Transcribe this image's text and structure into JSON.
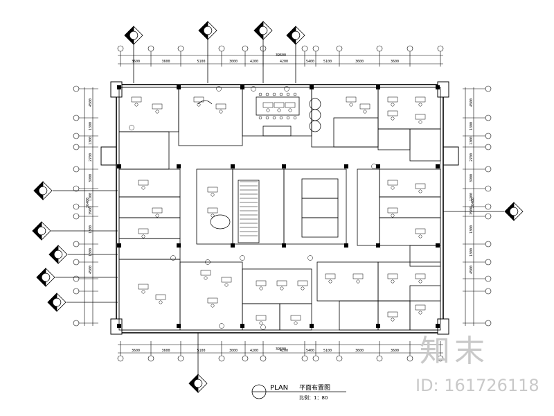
{
  "title": {
    "plan_label": "PLAN",
    "cn_title": "平面布置图",
    "scale": "比例：1：80"
  },
  "dimensions": {
    "top_segments": [
      "3600",
      "3600",
      "5100",
      "3000",
      "4200",
      "4200",
      "5400",
      "5100",
      "3600",
      "3600"
    ],
    "top_total": "39600",
    "bottom_segments": [
      "3600",
      "3600",
      "5100",
      "3000",
      "4200",
      "4200",
      "5400",
      "5100",
      "3600",
      "3600"
    ],
    "bottom_total": "39600",
    "left_segments": [
      "4500",
      "1300",
      "1300",
      "2700",
      "3900",
      "1300",
      "3900",
      "1300",
      "1300",
      "4500"
    ],
    "right_segments": [
      "4500",
      "1300",
      "1300",
      "2700",
      "3900",
      "1300",
      "3900",
      "1300",
      "1300",
      "4500"
    ],
    "vertical_total": "26400"
  },
  "watermark": {
    "logo_text": "知末",
    "id_text": "ID: 161726118"
  }
}
